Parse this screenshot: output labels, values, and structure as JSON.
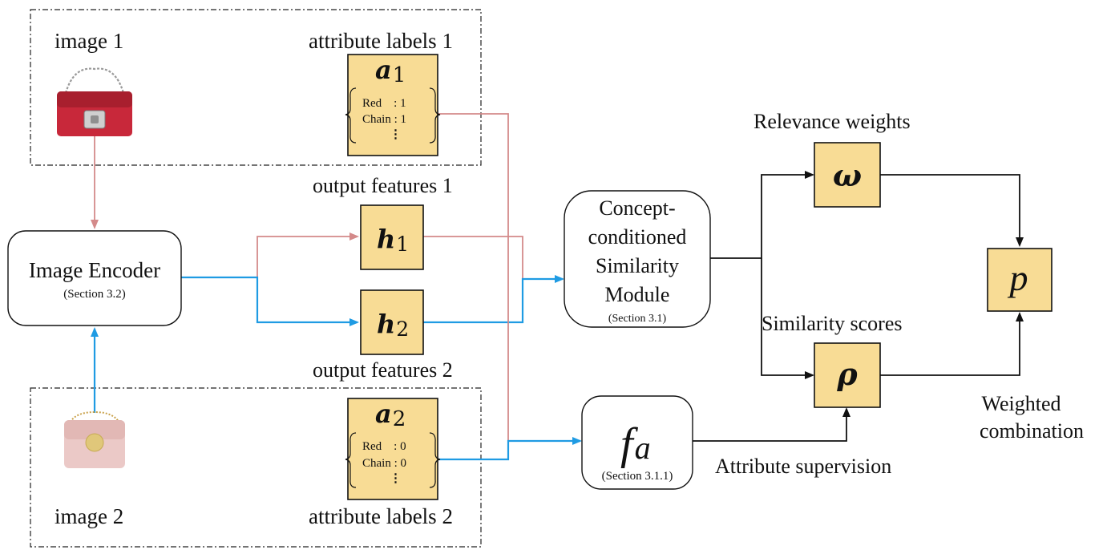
{
  "colors": {
    "pink": "#d48a8a",
    "blue": "#1f9be3",
    "feature_fill": "#f8dc95",
    "bag1": "#c8283a",
    "bag2": "#ebc9c7"
  },
  "top_group": {
    "image_label": "image 1",
    "attr_label": "attribute labels 1",
    "attr_symbol": "a",
    "attr_sub": "1",
    "attrs": [
      "Red    : 1",
      "Chain : 1"
    ],
    "ellipsis": "⋮"
  },
  "bottom_group": {
    "image_label": "image 2",
    "attr_label": "attribute labels 2",
    "attr_symbol": "a",
    "attr_sub": "2",
    "attrs": [
      "Red    : 0",
      "Chain : 0"
    ],
    "ellipsis": "⋮"
  },
  "encoder": {
    "title": "Image Encoder",
    "section": "(Section 3.2)"
  },
  "features": {
    "label1": "output features 1",
    "label2": "output features 2",
    "h_symbol": "h",
    "h1_sub": "1",
    "h2_sub": "2"
  },
  "module": {
    "line1": "Concept-",
    "line2": "conditioned",
    "line3": "Similarity",
    "line4": "Module",
    "section": "(Section 3.1)"
  },
  "fa": {
    "f": "f",
    "sub": "a",
    "section": "(Section 3.1.1)"
  },
  "weights": {
    "label": "Relevance weights",
    "symbol": "ω"
  },
  "scores": {
    "label": "Similarity scores",
    "symbol": "ρ"
  },
  "output": {
    "symbol": "p",
    "label1": "Weighted",
    "label2": "combination"
  },
  "supervision_label": "Attribute supervision"
}
